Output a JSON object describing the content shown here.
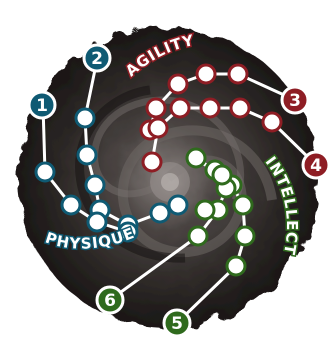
{
  "colors": {
    "background": "#ffffff",
    "swirl_dark": "#2a2624",
    "swirl_mid": "#5a5451",
    "physique": "#0f5a73",
    "agility": "#8e1d24",
    "intellect": "#2f6a1d",
    "node_fill": "#ffffff"
  },
  "branches": [
    {
      "id": "physique",
      "label": "PHYSIQUE",
      "label_color": "#0f5a73",
      "color": "#0f5a73",
      "start_badges": [
        "1",
        "2"
      ],
      "node_count": 14
    },
    {
      "id": "agility",
      "label": "AGILITY",
      "label_color": "#8e1d24",
      "color": "#8e1d24",
      "start_badges": [
        "3",
        "4"
      ],
      "node_count": 11
    },
    {
      "id": "intellect",
      "label": "INTELLECT",
      "label_color": "#2f6a1d",
      "color": "#2f6a1d",
      "start_badges": [
        "5",
        "6"
      ],
      "node_count": 11
    }
  ],
  "badges": [
    "1",
    "2",
    "3",
    "4",
    "5",
    "6"
  ],
  "icons": {
    "node": "skill-node-circle",
    "start": "numbered-start-badge"
  }
}
